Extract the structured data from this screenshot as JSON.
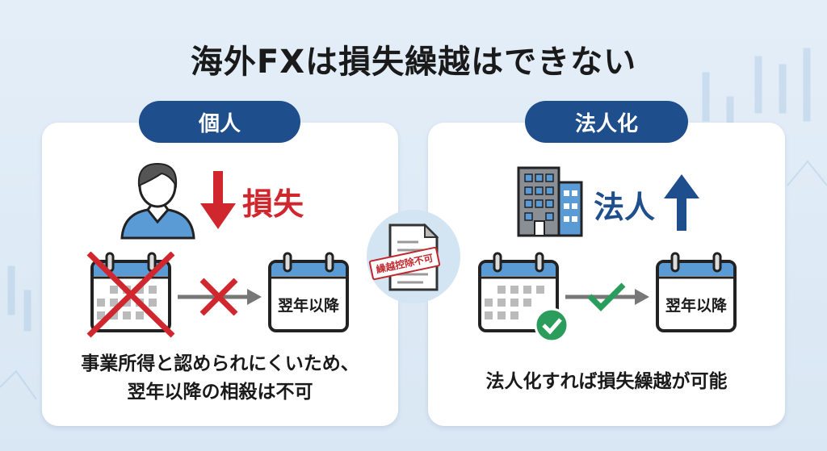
{
  "title": "海外FXは損失繰越はできない",
  "left_panel": {
    "badge": "個人",
    "loss_label": "損失",
    "calendar_label": "翌年以降",
    "caption_line1": "事業所得と認められにくいため、",
    "caption_line2": "翌年以降の相殺は不可"
  },
  "center": {
    "stamp_text": "繰越控除不可"
  },
  "right_panel": {
    "badge": "法人化",
    "corp_label": "法人",
    "calendar_label": "翌年以降",
    "caption": "法人化すれば損失繰越が可能"
  },
  "colors": {
    "navy": "#1f4e8c",
    "red": "#d0262d",
    "green": "#2a9d5c",
    "bg": "#dfeaf5"
  }
}
